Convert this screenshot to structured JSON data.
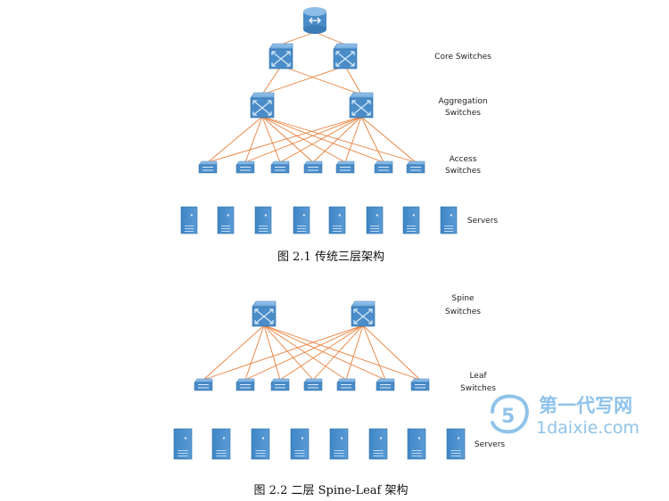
{
  "diagram1": {
    "labels": {
      "core": [
        "Core Switches"
      ],
      "aggregation": [
        "Aggregation",
        "Switches"
      ],
      "access": [
        "Access",
        "Switches"
      ],
      "servers": [
        "Servers"
      ]
    },
    "caption": "图 2.1  传统三层架构",
    "layers": {
      "cloud_icon": "database-icon",
      "core_count": 2,
      "aggregation_count": 2,
      "access_count": 7,
      "server_count": 8
    },
    "links": "full-mesh core-aggregation; full-mesh aggregation-access"
  },
  "diagram2": {
    "labels": {
      "spine": [
        "Spine",
        "Switches"
      ],
      "leaf": [
        "Leaf",
        "Switches"
      ],
      "servers": [
        "Servers"
      ]
    },
    "caption": "图 2.2  二层 Spine-Leaf 架构",
    "layers": {
      "spine_count": 2,
      "leaf_count": 7,
      "server_count": 8
    },
    "links": "full-mesh spine-leaf"
  },
  "watermark": {
    "logo_text": "5",
    "title": "第一代写网",
    "url": "1daixie.com"
  },
  "colors": {
    "link": "#e8803a",
    "device_blue": "#4a8cc8",
    "device_dark": "#2f6ea6",
    "watermark": "#8fc3ea"
  }
}
